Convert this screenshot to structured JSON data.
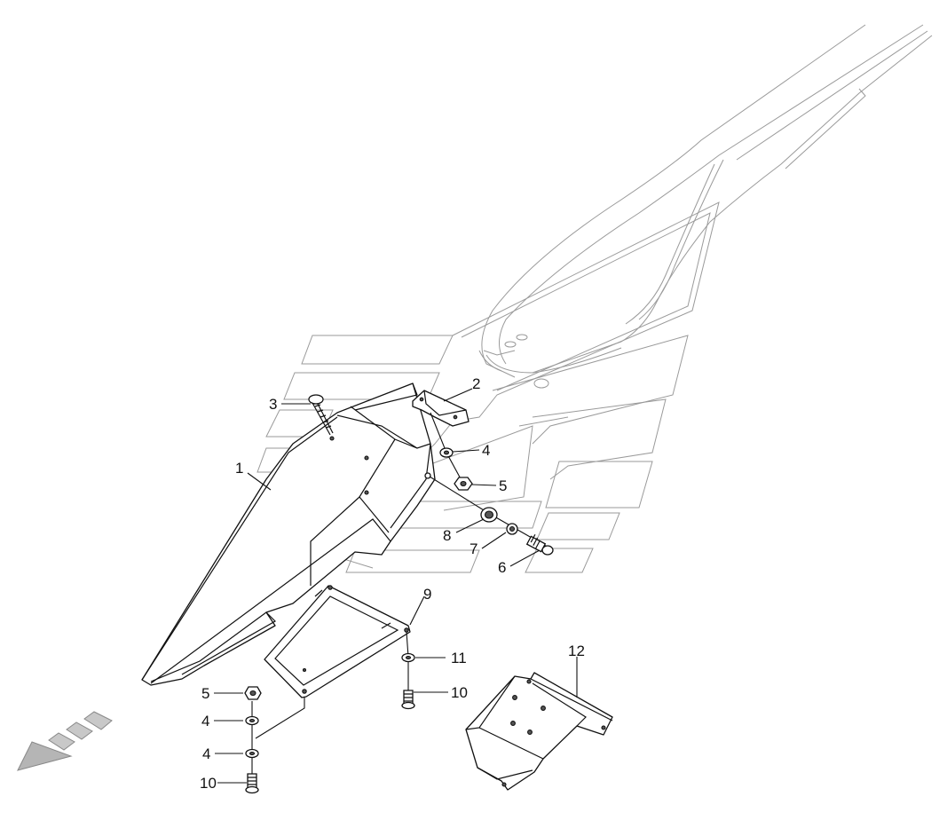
{
  "callouts": {
    "c1": "1",
    "c2": "2",
    "c3": "3",
    "c4a": "4",
    "c5a": "5",
    "c8": "8",
    "c7": "7",
    "c6": "6",
    "c9": "9",
    "c11": "11",
    "c10a": "10",
    "c12": "12",
    "c5b": "5",
    "c4b": "4",
    "c4c": "4",
    "c10b": "10"
  },
  "icons": {
    "direction_arrow": "forward-direction-arrow-icon"
  },
  "colors": {
    "line": "#111111",
    "ghost": "#9a9a9a",
    "arrow": "#b5b5b5"
  }
}
